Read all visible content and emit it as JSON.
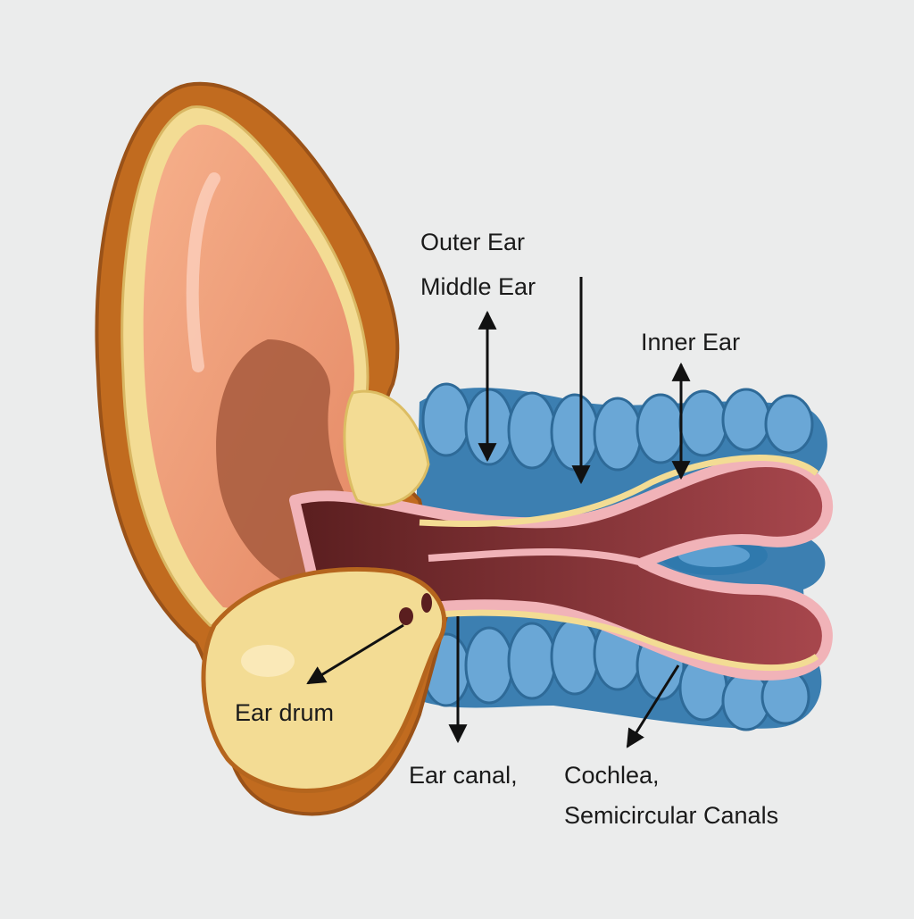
{
  "labels": {
    "outer_ear": "Outer Ear",
    "middle_ear": "Middle Ear",
    "inner_ear": "Inner Ear",
    "ear_drum": "Ear drum",
    "ear_canal": "Ear canal,",
    "cochlea": "Cochlea,",
    "semicircular_canals": "Semicircular Canals"
  },
  "colors": {
    "background": "#ebecec",
    "skin": "#f0a07a",
    "skin_outline": "#b5651d",
    "cartilage": "#f3dc94",
    "canal_dark": "#7a2d2a",
    "canal_pink": "#e9a3a7",
    "canal_red": "#b4545a",
    "coil_blue": "#4f8fbf",
    "coil_light": "#8fc0e3",
    "label_text": "#1a1a1a"
  }
}
